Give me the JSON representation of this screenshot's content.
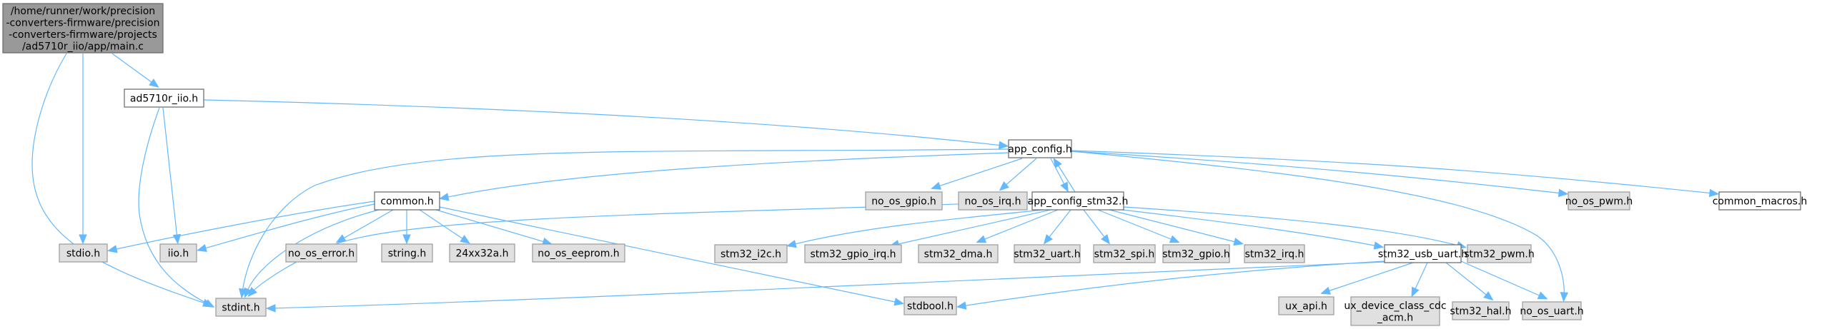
{
  "graph": {
    "title": "Include dependency graph for main.c",
    "colors": {
      "root_fill": "#999999",
      "root_stroke": "#666666",
      "documented_fill": "#ffffff",
      "documented_stroke": "#666666",
      "external_fill": "#e0e0e0",
      "external_stroke": "#999999",
      "edge": "#63b8ff"
    },
    "nodes": [
      {
        "id": "main",
        "label": [
          "/home/runner/work/precision",
          "-converters-firmware/precision",
          "-converters-firmware/projects",
          "/ad5710r_iio/app/main.c"
        ],
        "kind": "root"
      },
      {
        "id": "ad5710r_iio",
        "label": [
          "ad5710r_iio.h"
        ],
        "kind": "documented"
      },
      {
        "id": "app_config",
        "label": [
          "app_config.h"
        ],
        "kind": "documented"
      },
      {
        "id": "common",
        "label": [
          "common.h"
        ],
        "kind": "documented"
      },
      {
        "id": "app_config_stm32",
        "label": [
          "app_config_stm32.h"
        ],
        "kind": "documented"
      },
      {
        "id": "stm32_usb_uart",
        "label": [
          "stm32_usb_uart.h"
        ],
        "kind": "documented"
      },
      {
        "id": "common_macros",
        "label": [
          "common_macros.h"
        ],
        "kind": "documented"
      },
      {
        "id": "stdio",
        "label": [
          "stdio.h"
        ],
        "kind": "external"
      },
      {
        "id": "stdint",
        "label": [
          "stdint.h"
        ],
        "kind": "external"
      },
      {
        "id": "iio",
        "label": [
          "iio.h"
        ],
        "kind": "external"
      },
      {
        "id": "no_os_error",
        "label": [
          "no_os_error.h"
        ],
        "kind": "external"
      },
      {
        "id": "string",
        "label": [
          "string.h"
        ],
        "kind": "external"
      },
      {
        "id": "24xx32a",
        "label": [
          "24xx32a.h"
        ],
        "kind": "external"
      },
      {
        "id": "no_os_eeprom",
        "label": [
          "no_os_eeprom.h"
        ],
        "kind": "external"
      },
      {
        "id": "stdbool",
        "label": [
          "stdbool.h"
        ],
        "kind": "external"
      },
      {
        "id": "no_os_gpio",
        "label": [
          "no_os_gpio.h"
        ],
        "kind": "external"
      },
      {
        "id": "no_os_irq",
        "label": [
          "no_os_irq.h"
        ],
        "kind": "external"
      },
      {
        "id": "stm32_i2c",
        "label": [
          "stm32_i2c.h"
        ],
        "kind": "external"
      },
      {
        "id": "stm32_gpio_irq",
        "label": [
          "stm32_gpio_irq.h"
        ],
        "kind": "external"
      },
      {
        "id": "stm32_dma",
        "label": [
          "stm32_dma.h"
        ],
        "kind": "external"
      },
      {
        "id": "stm32_uart",
        "label": [
          "stm32_uart.h"
        ],
        "kind": "external"
      },
      {
        "id": "stm32_spi",
        "label": [
          "stm32_spi.h"
        ],
        "kind": "external"
      },
      {
        "id": "stm32_gpio",
        "label": [
          "stm32_gpio.h"
        ],
        "kind": "external"
      },
      {
        "id": "stm32_irq",
        "label": [
          "stm32_irq.h"
        ],
        "kind": "external"
      },
      {
        "id": "stm32_pwm",
        "label": [
          "stm32_pwm.h"
        ],
        "kind": "external"
      },
      {
        "id": "ux_api",
        "label": [
          "ux_api.h"
        ],
        "kind": "external"
      },
      {
        "id": "ux_device_class_cdc_acm",
        "label": [
          "ux_device_class_cdc",
          "_acm.h"
        ],
        "kind": "external"
      },
      {
        "id": "stm32_hal",
        "label": [
          "stm32_hal.h"
        ],
        "kind": "external"
      },
      {
        "id": "no_os_uart",
        "label": [
          "no_os_uart.h"
        ],
        "kind": "external"
      },
      {
        "id": "no_os_pwm",
        "label": [
          "no_os_pwm.h"
        ],
        "kind": "external"
      }
    ],
    "edges": [
      {
        "from": "main",
        "to": "ad5710r_iio"
      },
      {
        "from": "main",
        "to": "stdio"
      },
      {
        "from": "main",
        "to": "stdint"
      },
      {
        "from": "ad5710r_iio",
        "to": "iio"
      },
      {
        "from": "ad5710r_iio",
        "to": "stdint"
      },
      {
        "from": "ad5710r_iio",
        "to": "app_config"
      },
      {
        "from": "app_config",
        "to": "common"
      },
      {
        "from": "app_config",
        "to": "stdint"
      },
      {
        "from": "app_config",
        "to": "no_os_gpio"
      },
      {
        "from": "app_config",
        "to": "no_os_irq"
      },
      {
        "from": "app_config",
        "to": "app_config_stm32"
      },
      {
        "from": "app_config",
        "to": "no_os_uart"
      },
      {
        "from": "app_config",
        "to": "no_os_pwm"
      },
      {
        "from": "app_config",
        "to": "common_macros"
      },
      {
        "from": "app_config_stm32",
        "to": "app_config"
      },
      {
        "from": "app_config_stm32",
        "to": "stdint"
      },
      {
        "from": "app_config_stm32",
        "to": "stm32_i2c"
      },
      {
        "from": "app_config_stm32",
        "to": "stm32_gpio_irq"
      },
      {
        "from": "app_config_stm32",
        "to": "stm32_dma"
      },
      {
        "from": "app_config_stm32",
        "to": "stm32_uart"
      },
      {
        "from": "app_config_stm32",
        "to": "stm32_spi"
      },
      {
        "from": "app_config_stm32",
        "to": "stm32_gpio"
      },
      {
        "from": "app_config_stm32",
        "to": "stm32_irq"
      },
      {
        "from": "app_config_stm32",
        "to": "stm32_usb_uart"
      },
      {
        "from": "app_config_stm32",
        "to": "stm32_pwm"
      },
      {
        "from": "common",
        "to": "stdio"
      },
      {
        "from": "common",
        "to": "iio"
      },
      {
        "from": "common",
        "to": "stdint"
      },
      {
        "from": "common",
        "to": "no_os_error"
      },
      {
        "from": "common",
        "to": "string"
      },
      {
        "from": "common",
        "to": "24xx32a"
      },
      {
        "from": "common",
        "to": "no_os_eeprom"
      },
      {
        "from": "common",
        "to": "stdbool"
      },
      {
        "from": "stm32_usb_uart",
        "to": "stdint"
      },
      {
        "from": "stm32_usb_uart",
        "to": "stdbool"
      },
      {
        "from": "stm32_usb_uart",
        "to": "ux_api"
      },
      {
        "from": "stm32_usb_uart",
        "to": "ux_device_class_cdc_acm"
      },
      {
        "from": "stm32_usb_uart",
        "to": "stm32_hal"
      },
      {
        "from": "stm32_usb_uart",
        "to": "no_os_uart"
      }
    ]
  }
}
